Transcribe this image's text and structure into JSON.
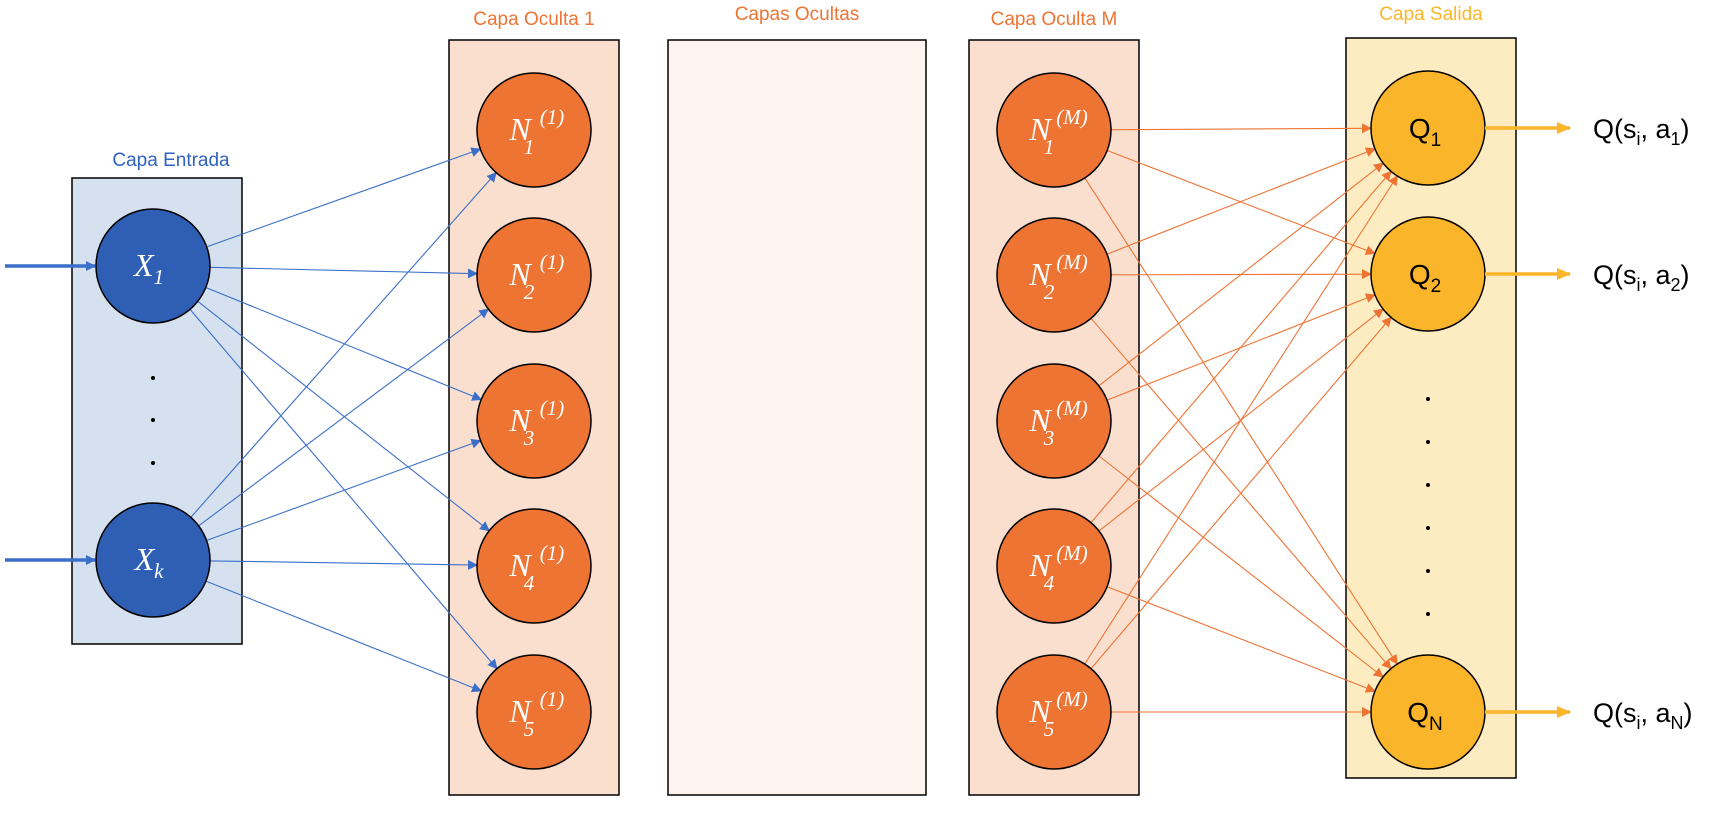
{
  "colors": {
    "input_node": "#2E5FB5",
    "input_box": "#D6E1F0",
    "input_title": "#2E62C0",
    "hidden_node": "#EE7434",
    "hidden_box": "#FADFCF",
    "hidden_title": "#EE7434",
    "hidden_mid_box": "#FEF4EF",
    "output_node": "#FBB52A",
    "output_box": "#FDECC2",
    "output_title": "#FBB52A",
    "blue_edge": "#3B6FC9",
    "orange_edge": "#EE7434",
    "output_arrow": "#FBB52A"
  },
  "layers": {
    "input": {
      "title": "Capa Entrada",
      "nodes": [
        {
          "base": "X",
          "sub": "1"
        },
        {
          "base": "X",
          "sub": "k"
        }
      ]
    },
    "hidden1": {
      "title": "Capa Oculta 1",
      "nodes": [
        {
          "base": "N",
          "sub": "1",
          "sup": "(1)"
        },
        {
          "base": "N",
          "sub": "2",
          "sup": "(1)"
        },
        {
          "base": "N",
          "sub": "3",
          "sup": "(1)"
        },
        {
          "base": "N",
          "sub": "4",
          "sup": "(1)"
        },
        {
          "base": "N",
          "sub": "5",
          "sup": "(1)"
        }
      ]
    },
    "hidden_mid": {
      "title": "Capas Ocultas"
    },
    "hiddenM": {
      "title": "Capa Oculta M",
      "nodes": [
        {
          "base": "N",
          "sub": "1",
          "sup": "(M)"
        },
        {
          "base": "N",
          "sub": "2",
          "sup": "(M)"
        },
        {
          "base": "N",
          "sub": "3",
          "sup": "(M)"
        },
        {
          "base": "N",
          "sub": "4",
          "sup": "(M)"
        },
        {
          "base": "N",
          "sub": "5",
          "sup": "(M)"
        }
      ]
    },
    "output": {
      "title": "Capa Salida",
      "nodes": [
        {
          "base": "Q",
          "sub": "1"
        },
        {
          "base": "Q",
          "sub": "2"
        },
        {
          "base": "Q",
          "sub": "N"
        }
      ]
    }
  },
  "outputs": [
    {
      "pre": "Q(s",
      "sub1": "i",
      "mid": ", a",
      "sub2": "1",
      "post": ")"
    },
    {
      "pre": "Q(s",
      "sub1": "i",
      "mid": ", a",
      "sub2": "2",
      "post": ")"
    },
    {
      "pre": "Q(s",
      "sub1": "i",
      "mid": ", a",
      "sub2": "N",
      "post": ")"
    }
  ]
}
